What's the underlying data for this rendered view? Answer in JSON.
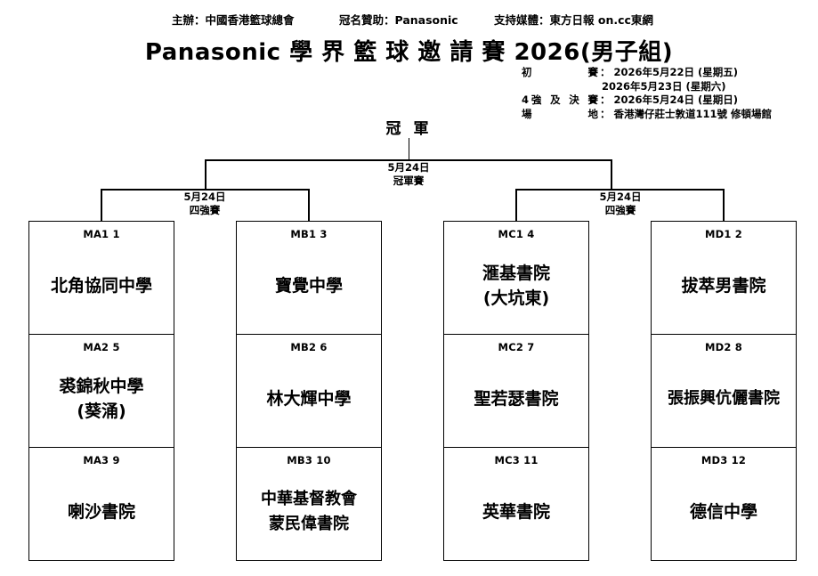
{
  "header": {
    "organiser": "主辦：中國香港籃球總會",
    "sponsor": "冠名贊助：Panasonic",
    "media": "支持媒體：東方日報  on.cc東網",
    "title": "Panasonic 學 界 籃 球 邀 請 賽 2026(男子組)"
  },
  "schedule": {
    "prelim_label": "初　　賽",
    "prelim_colon": "：",
    "prelim_date_1": "2026年5月22日 (星期五)",
    "prelim_date_2": "2026年5月23日 (星期六)",
    "finals_label": "4強 及 決 賽",
    "finals_colon": "：",
    "finals_date": "2026年5月24日 (星期日)",
    "venue_label": "場　　地",
    "venue_colon": "：",
    "venue_value": "香港灣仔莊士敦道111號 修頓場館"
  },
  "bracket": {
    "champion_label": "冠 軍",
    "final_round": {
      "date": "5月24日",
      "name": "冠軍賽"
    },
    "semifinal_left": {
      "date": "5月24日",
      "name": "四強賽"
    },
    "semifinal_right": {
      "date": "5月24日",
      "name": "四強賽"
    }
  },
  "groups": [
    {
      "id": "A",
      "teams": [
        {
          "code": "MA1 1",
          "lines": [
            "北角協同中學"
          ]
        },
        {
          "code": "MA2 5",
          "lines": [
            "裘錦秋中學",
            "(葵涌)"
          ]
        },
        {
          "code": "MA3 9",
          "lines": [
            "喇沙書院"
          ]
        }
      ]
    },
    {
      "id": "B",
      "teams": [
        {
          "code": "MB1 3",
          "lines": [
            "寶覺中學"
          ]
        },
        {
          "code": "MB2 6",
          "lines": [
            "林大輝中學"
          ]
        },
        {
          "code": "MB3 10",
          "lines": [
            "中華基督教會",
            "蒙民偉書院"
          ]
        }
      ]
    },
    {
      "id": "C",
      "teams": [
        {
          "code": "MC1 4",
          "lines": [
            "滙基書院",
            "(大坑東)"
          ]
        },
        {
          "code": "MC2 7",
          "lines": [
            "聖若瑟書院"
          ]
        },
        {
          "code": "MC3 11",
          "lines": [
            "英華書院"
          ]
        }
      ]
    },
    {
      "id": "D",
      "teams": [
        {
          "code": "MD1 2",
          "lines": [
            "拔萃男書院"
          ]
        },
        {
          "code": "MD2 8",
          "lines": [
            "張振興伉儷書院"
          ]
        },
        {
          "code": "MD3 12",
          "lines": [
            "德信中學"
          ]
        }
      ]
    }
  ]
}
